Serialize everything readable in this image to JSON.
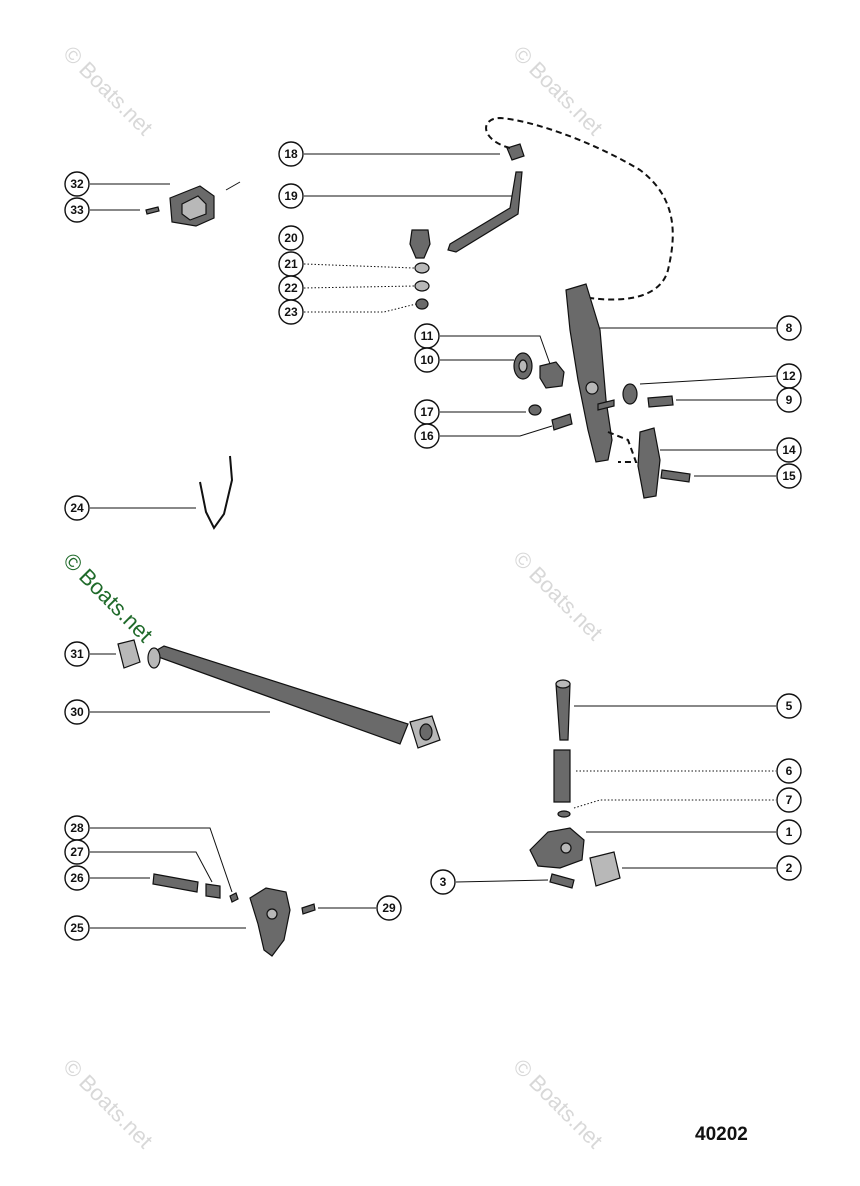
{
  "watermark": "© Boats.net",
  "diagram_number": "40202",
  "callouts": [
    {
      "id": "c1",
      "label": "1"
    },
    {
      "id": "c2",
      "label": "2"
    },
    {
      "id": "c3",
      "label": "3"
    },
    {
      "id": "c5",
      "label": "5"
    },
    {
      "id": "c6",
      "label": "6"
    },
    {
      "id": "c7",
      "label": "7"
    },
    {
      "id": "c8",
      "label": "8"
    },
    {
      "id": "c9",
      "label": "9"
    },
    {
      "id": "c10",
      "label": "10"
    },
    {
      "id": "c11",
      "label": "11"
    },
    {
      "id": "c12",
      "label": "12"
    },
    {
      "id": "c14",
      "label": "14"
    },
    {
      "id": "c15",
      "label": "15"
    },
    {
      "id": "c16",
      "label": "16"
    },
    {
      "id": "c17",
      "label": "17"
    },
    {
      "id": "c18",
      "label": "18"
    },
    {
      "id": "c19",
      "label": "19"
    },
    {
      "id": "c20",
      "label": "20"
    },
    {
      "id": "c21",
      "label": "21"
    },
    {
      "id": "c22",
      "label": "22"
    },
    {
      "id": "c23",
      "label": "23"
    },
    {
      "id": "c24",
      "label": "24"
    },
    {
      "id": "c25",
      "label": "25"
    },
    {
      "id": "c26",
      "label": "26"
    },
    {
      "id": "c27",
      "label": "27"
    },
    {
      "id": "c28",
      "label": "28"
    },
    {
      "id": "c29",
      "label": "29"
    },
    {
      "id": "c30",
      "label": "30"
    },
    {
      "id": "c31",
      "label": "31"
    },
    {
      "id": "c32",
      "label": "32"
    },
    {
      "id": "c33",
      "label": "33"
    }
  ]
}
